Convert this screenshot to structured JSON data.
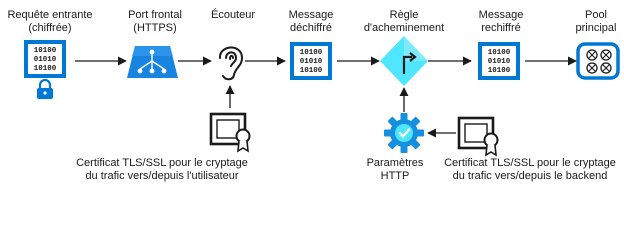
{
  "nodes": {
    "incoming": {
      "line1": "Requête entrante",
      "line2": "(chiffrée)"
    },
    "frontend": {
      "line1": "Port frontal",
      "line2": "(HTTPS)"
    },
    "listener": {
      "line1": "Écouteur"
    },
    "decrypted": {
      "line1": "Message",
      "line2": "déchiffré"
    },
    "rule": {
      "line1": "Règle",
      "line2": "d'acheminement"
    },
    "reencrypted": {
      "line1": "Message",
      "line2": "rechiffré"
    },
    "pool": {
      "line1": "Pool",
      "line2": "principal"
    },
    "http_settings": {
      "line1": "Paramètres",
      "line2": "HTTP"
    }
  },
  "certificates": {
    "frontend_cert": {
      "line1": "Certificat TLS/SSL pour le cryptage",
      "line2": "du trafic vers/depuis l'utilisateur"
    },
    "backend_cert": {
      "line1": "Certificat TLS/SSL pour le cryptage",
      "line2": "du trafic vers/depuis le backend"
    }
  },
  "binary_text": {
    "line1": "10100",
    "line2": "01010",
    "line3": "10100"
  },
  "colors": {
    "accent_blue": "#0078d4",
    "rule_cyan": "#50e6ff",
    "gear_blue": "#1490df",
    "icon_dark": "#1a1a1a"
  },
  "icons": [
    "binary-document-icon",
    "lock-icon",
    "load-balancer-icon",
    "ear-icon",
    "diamond-rule-icon",
    "server-pool-icon",
    "gear-icon",
    "certificate-icon"
  ]
}
